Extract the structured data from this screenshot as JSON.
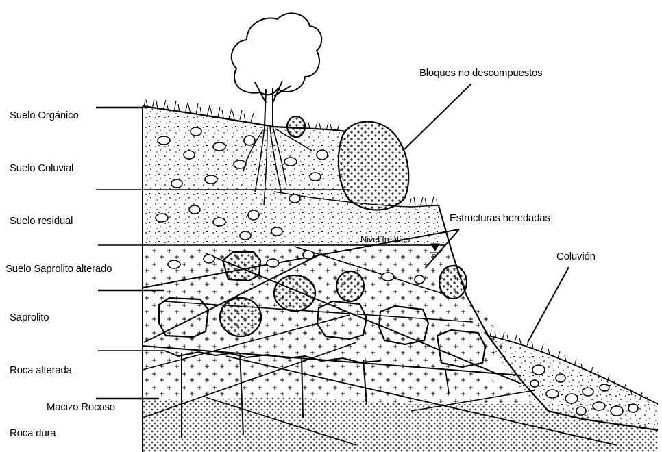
{
  "layer_labels": {
    "suelo_organico": "Suelo Orgánico",
    "suelo_coluvial": "Suelo Coluvial",
    "suelo_residual": "Suelo residual",
    "suelo_saprolito_alterado": "Suelo Saprolito alterado",
    "saprolito": "Saprolito",
    "roca_alterada": "Roca alterada",
    "macizo_rocoso": "Macizo Rocoso",
    "roca_dura": "Roca dura"
  },
  "callouts": {
    "bloques": "Bloques no descompuestos",
    "estructuras": "Estructuras heredadas",
    "nivel_freatico": "Nivel freático",
    "coluvion": "Coluvión"
  },
  "icons": {
    "tree": "tree-icon",
    "water_table": "water-table-icon"
  },
  "colors": {
    "ink": "#000000",
    "background": "#ffffff"
  }
}
